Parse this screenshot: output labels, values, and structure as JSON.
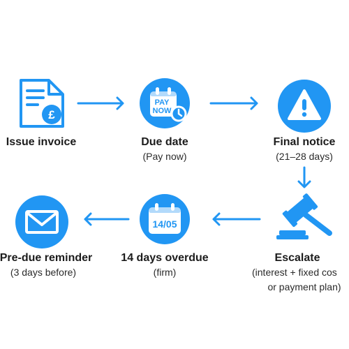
{
  "colors": {
    "accent": "#2196f3",
    "icon_fill": "#ffffff",
    "text": "#1c1c1c"
  },
  "steps": [
    {
      "title": "Issue invoice",
      "subtitle": "",
      "icon": "invoice-pound-icon",
      "symbol": "£"
    },
    {
      "title": "Due date",
      "subtitle": "(Pay now)",
      "icon": "calendar-pay-now-icon",
      "icon_text_1": "PAY",
      "icon_text_2": "NOW"
    },
    {
      "title": "Final notice",
      "subtitle": "(21–28 days)",
      "icon": "warning-icon"
    },
    {
      "title": "Escalate",
      "subtitle": "(interest + fixed cos",
      "subtitle_2": "or payment plan)",
      "icon": "gavel-icon"
    },
    {
      "title": "14 days overdue",
      "subtitle": "(firm)",
      "icon": "calendar-date-icon",
      "icon_text_1": "14/05"
    },
    {
      "title": "Pre-due reminder",
      "subtitle": "(3 days before)",
      "icon": "envelope-icon"
    }
  ]
}
